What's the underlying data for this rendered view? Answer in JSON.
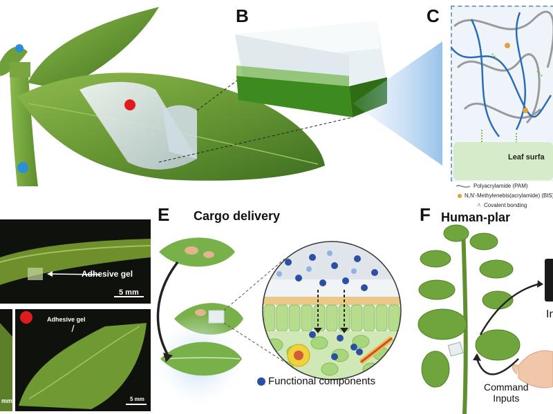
{
  "panels": {
    "b": {
      "label": "B"
    },
    "c": {
      "label": "C",
      "surface_label": "Leaf surfa",
      "legend": {
        "pam": "Polyacrylamide (PAM)",
        "bis": "N,N'-Methylenebis(acrylamide) (BIS)",
        "covalent": "Covalent bonding"
      }
    },
    "d": {
      "gel_label_1": "Adhesive gel",
      "scale_1": "5 mm",
      "gel_label_2": "Adhesive gel",
      "scale_2": "5 mm",
      "scale_3": "mm"
    },
    "e": {
      "label": "E",
      "title": "Cargo delivery",
      "legend": "Functional components"
    },
    "f": {
      "label": "F",
      "title": "Human-plar",
      "right_text": "In",
      "command_line1": "Command",
      "command_line2": "Inputs"
    }
  },
  "colors": {
    "leaf_green": "#6a9a36",
    "dark_green": "#3f6e22",
    "gel": "#dfe9ee",
    "marker_red": "#e01b1b",
    "marker_blue": "#2a8fd6",
    "c_background": "#eef4fa",
    "surface": "#d6ecc9",
    "pam_line": "#9a9a9a",
    "bis_line": "#2a6db5",
    "bis_dot": "#e0a33a",
    "functional_blue": "#2b4fa3"
  }
}
